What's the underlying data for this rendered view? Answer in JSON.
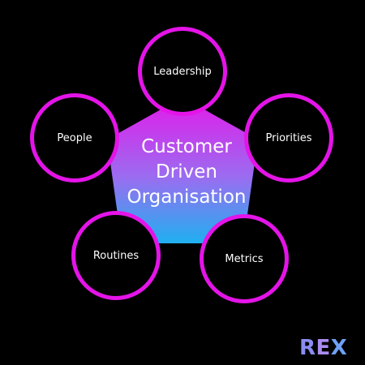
{
  "diagram": {
    "center_lines": [
      "Customer",
      "Driven",
      "Organisation"
    ],
    "nodes": [
      "Leadership",
      "Priorities",
      "Metrics",
      "Routines",
      "People"
    ]
  },
  "colors": {
    "background": "#000000",
    "ring": "#e414e8",
    "pentagon_top": "#e31aea",
    "pentagon_bottom": "#1fb0f0",
    "text": "#ffffff"
  },
  "logo": {
    "letters": [
      "R",
      "E",
      "X"
    ],
    "colors": [
      "#8a8cf2",
      "#a98cf0",
      "#6ea0f5"
    ]
  }
}
